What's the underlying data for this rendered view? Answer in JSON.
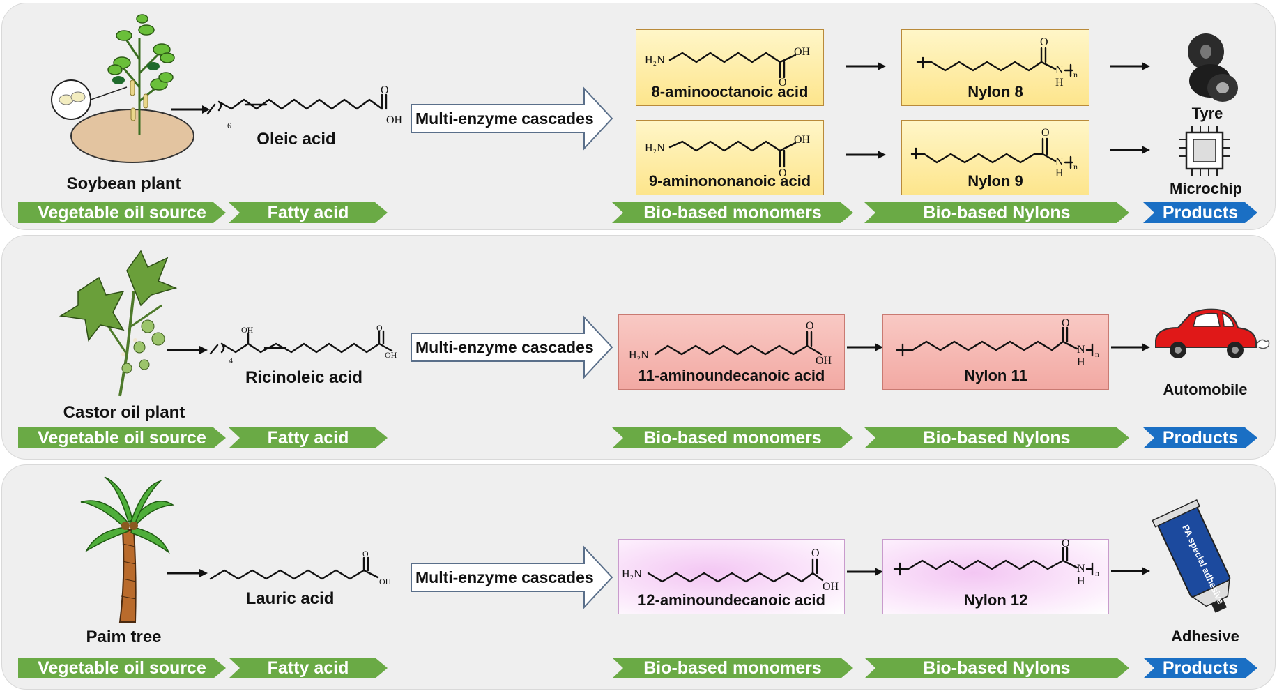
{
  "rows": [
    {
      "source_label": "Soybean plant",
      "fatty_acid": "Oleic acid",
      "fatty_acid_subscript": "6",
      "cascade": "Multi-enzyme cascades",
      "monomers": [
        "8-aminooctanoic acid",
        "9-aminononanoic acid"
      ],
      "nylons": [
        "Nylon 8",
        "Nylon 9"
      ],
      "products": [
        "Tyre",
        "Microchip"
      ]
    },
    {
      "source_label": "Castor oil plant",
      "fatty_acid": "Ricinoleic acid",
      "fatty_acid_subscript": "4",
      "cascade": "Multi-enzyme cascades",
      "monomers": [
        "11-aminoundecanoic  acid"
      ],
      "nylons": [
        "Nylon 11"
      ],
      "products": [
        "Automobile"
      ]
    },
    {
      "source_label": "Paim tree",
      "fatty_acid": "Lauric acid",
      "cascade": "Multi-enzyme cascades",
      "monomers": [
        "12-aminoundecanoic  acid"
      ],
      "nylons": [
        "Nylon 12"
      ],
      "products": [
        "Adhesive"
      ],
      "tube_text": "PA special adhesive"
    }
  ],
  "banners": {
    "source": "Vegetable oil source",
    "fatty": "Fatty acid",
    "monomers": "Bio-based monomers",
    "nylons": "Bio-based Nylons",
    "products": "Products"
  },
  "chem": {
    "amine": "H₂N",
    "oh": "OH",
    "o": "O",
    "n": "N",
    "h": "H",
    "rep": "n"
  },
  "colors": {
    "panel": "#efefef",
    "banner_green": "#6aaa45",
    "banner_blue": "#1a6fc4",
    "box_yellow": "#fde58c",
    "box_pink": "#f2a9a3",
    "box_violet": "#f3c6f3"
  }
}
